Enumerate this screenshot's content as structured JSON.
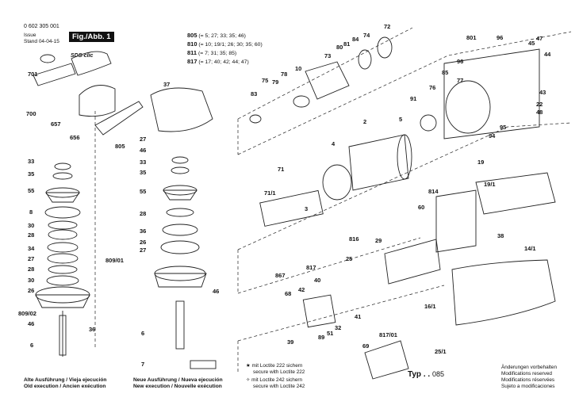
{
  "header": {
    "reference_number": "0 602 305 001",
    "issue_label": "Issue",
    "stand_label": "Stand",
    "date": "04-04-15",
    "figure_label": "Fig./Abb. 1"
  },
  "variant_codes": [
    {
      "code": "805",
      "parts": "= 5; 27; 33; 35; 46)"
    },
    {
      "code": "810",
      "parts": "= 10; 19/1; 26; 30; 35; 60)"
    },
    {
      "code": "811",
      "parts": "= 7; 31; 35; 85)"
    },
    {
      "code": "817",
      "parts": "= 17; 40; 42; 44; 47)"
    }
  ],
  "brand_text": "SDS-clic",
  "part_labels": {
    "p701": "701",
    "p700": "700",
    "p657": "657",
    "p656": "656",
    "p37_1": "37",
    "p805": "805",
    "p27a": "27",
    "p46a": "46",
    "p33a": "33",
    "p35a": "35",
    "p33b": "33",
    "p35b": "35",
    "p55a": "55",
    "p8": "8",
    "p30a": "30",
    "p28a": "28",
    "p34": "34",
    "p27b": "27",
    "p28b": "28",
    "p30b": "30",
    "p26a": "26",
    "p809_02": "809/02",
    "p46b": "46",
    "p36a": "36",
    "p6a": "6",
    "p55b": "55",
    "p28c": "28",
    "p36b": "36",
    "p26b": "26",
    "p27c": "27",
    "p809_01": "809/01",
    "p46c": "46",
    "p6b": "6",
    "p7": "7",
    "p83": "83",
    "p75": "75",
    "p79": "79",
    "p78": "78",
    "p10": "10",
    "p73": "73",
    "p80": "80",
    "p81": "81",
    "p84": "84",
    "p74": "74",
    "p72": "72",
    "p801": "801",
    "p96a": "96",
    "p96b": "96",
    "p77": "77",
    "p85": "85",
    "p76": "76",
    "p45": "45",
    "p47": "47",
    "p44": "44",
    "p43": "43",
    "p22": "22",
    "p48": "48",
    "p91": "91",
    "p5": "5",
    "p2": "2",
    "p94": "94",
    "p95": "95",
    "p4": "4",
    "p71": "71",
    "p71_1": "71/1",
    "p3": "3",
    "p19": "19",
    "p19_1": "19/1",
    "p814": "814",
    "p60": "60",
    "p38": "38",
    "p816": "816",
    "p29": "29",
    "p25": "25",
    "p817": "817",
    "p40": "40",
    "p42": "42",
    "p867": "867",
    "p68": "68",
    "p41": "41",
    "p32": "32",
    "p51": "51",
    "p89": "89",
    "p39": "39",
    "p14_1": "14/1",
    "p16_1": "16/1",
    "p817_01": "817/01",
    "p69": "69",
    "p25_1": "25/1"
  },
  "captions": {
    "old_de_es": "Alte Ausführung / Vieja ejecución",
    "old_en_fr": "Old execution / Ancien exécution",
    "new_de_es": "Neue Ausführung / Nueva ejecución",
    "new_en_fr": "New execution / Nouvelle exécution"
  },
  "notes": {
    "loctite222_de": "mit Loctite 222 sichern",
    "loctite222_en": "secure with Loctite 222",
    "loctite242_de": "mit Loctite 242 sichern",
    "loctite242_en": "secure with Loctite 242"
  },
  "type": {
    "prefix": "Typ . .",
    "number": "085"
  },
  "rights": {
    "de": "Änderungen vorbehalten",
    "en": "Modifications reserved",
    "fr": "Modifications réservées",
    "es": "Sujeto a modificaciones"
  }
}
